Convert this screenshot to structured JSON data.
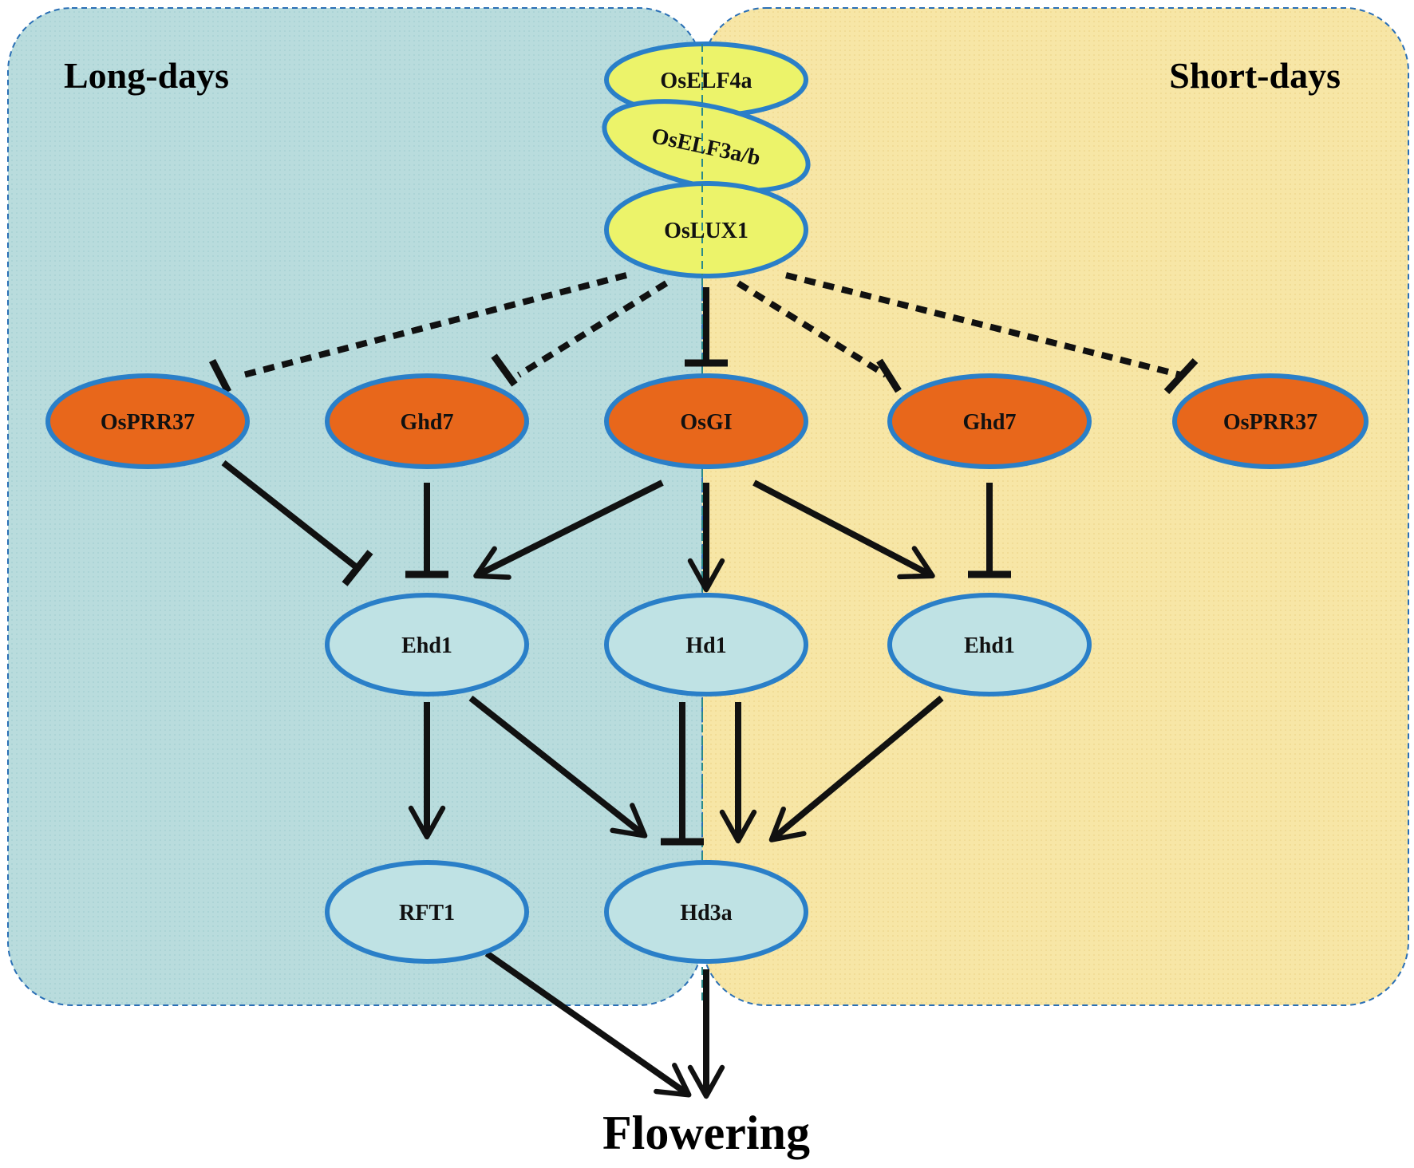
{
  "regions": {
    "long_days": {
      "title": "Long-days",
      "fill": "#b9dcdd"
    },
    "short_days": {
      "title": "Short-days",
      "fill": "#f7e6a6"
    }
  },
  "colors": {
    "evening_complex_fill": "#ecf36a",
    "repressor_fill": "#e8671b",
    "target_fill": "#bfe2e4",
    "node_stroke": "#2a7fc8",
    "edge": "#111111"
  },
  "nodes": {
    "oself4a": "OsELF4a",
    "oself3": "OsELF3a/b",
    "oslux1": "OsLUX1",
    "osprr37_ld": "OsPRR37",
    "ghd7_ld": "Ghd7",
    "osgi": "OsGI",
    "ghd7_sd": "Ghd7",
    "osprr37_sd": "OsPRR37",
    "ehd1_ld": "Ehd1",
    "hd1": "Hd1",
    "ehd1_sd": "Ehd1",
    "rft1": "RFT1",
    "hd3a": "Hd3a"
  },
  "outcome": "Flowering",
  "edges": [
    {
      "from": "oslux1",
      "to": "osprr37_ld",
      "type": "repress",
      "style": "dashed"
    },
    {
      "from": "oslux1",
      "to": "ghd7_ld",
      "type": "repress",
      "style": "dashed"
    },
    {
      "from": "oslux1",
      "to": "osgi",
      "type": "repress",
      "style": "solid"
    },
    {
      "from": "oslux1",
      "to": "ghd7_sd",
      "type": "repress",
      "style": "dashed"
    },
    {
      "from": "oslux1",
      "to": "osprr37_sd",
      "type": "repress",
      "style": "dashed"
    },
    {
      "from": "osprr37_ld",
      "to": "ehd1_ld",
      "type": "repress",
      "style": "solid"
    },
    {
      "from": "ghd7_ld",
      "to": "ehd1_ld",
      "type": "repress",
      "style": "solid"
    },
    {
      "from": "osgi",
      "to": "ehd1_ld",
      "type": "activate",
      "style": "solid"
    },
    {
      "from": "osgi",
      "to": "hd1",
      "type": "activate",
      "style": "solid"
    },
    {
      "from": "osgi",
      "to": "ehd1_sd",
      "type": "activate",
      "style": "solid"
    },
    {
      "from": "ghd7_sd",
      "to": "ehd1_sd",
      "type": "repress",
      "style": "solid"
    },
    {
      "from": "ehd1_ld",
      "to": "rft1",
      "type": "activate",
      "style": "solid"
    },
    {
      "from": "ehd1_ld",
      "to": "hd3a",
      "type": "activate",
      "style": "solid"
    },
    {
      "from": "hd1",
      "to": "hd3a",
      "type": "repress",
      "style": "solid"
    },
    {
      "from": "hd1",
      "to": "hd3a",
      "type": "activate",
      "style": "solid"
    },
    {
      "from": "ehd1_sd",
      "to": "hd3a",
      "type": "activate",
      "style": "solid"
    },
    {
      "from": "rft1",
      "to": "flowering",
      "type": "activate",
      "style": "solid"
    },
    {
      "from": "hd3a",
      "to": "flowering",
      "type": "activate",
      "style": "solid"
    }
  ]
}
